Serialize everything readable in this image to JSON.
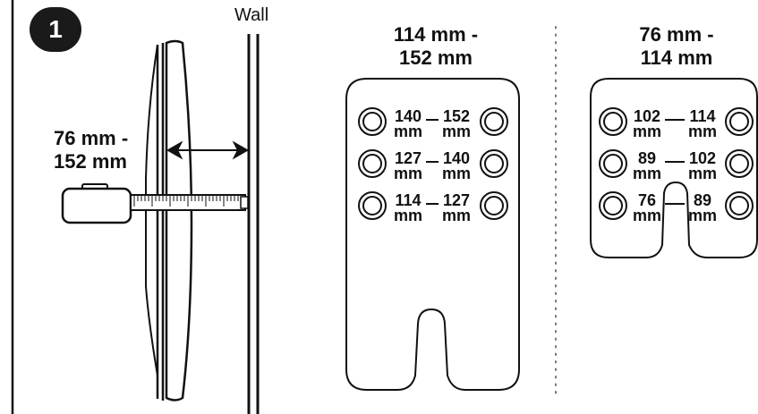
{
  "step": {
    "number": "1"
  },
  "wall_label": "Wall",
  "distance_label": {
    "line1": "76 mm -",
    "line2": "152 mm"
  },
  "templates": [
    {
      "heading": {
        "line1": "114 mm -",
        "line2": "152 mm"
      },
      "rows": [
        {
          "left": "140",
          "right": "152",
          "unit": "mm"
        },
        {
          "left": "127",
          "right": "140",
          "unit": "mm"
        },
        {
          "left": "114",
          "right": "127",
          "unit": "mm"
        }
      ]
    },
    {
      "heading": {
        "line1": "76 mm -",
        "line2": "114 mm"
      },
      "rows": [
        {
          "left": "102",
          "right": "114",
          "unit": "mm"
        },
        {
          "left": "89",
          "right": "102",
          "unit": "mm"
        },
        {
          "left": "76",
          "right": "89",
          "unit": "mm"
        }
      ]
    }
  ]
}
